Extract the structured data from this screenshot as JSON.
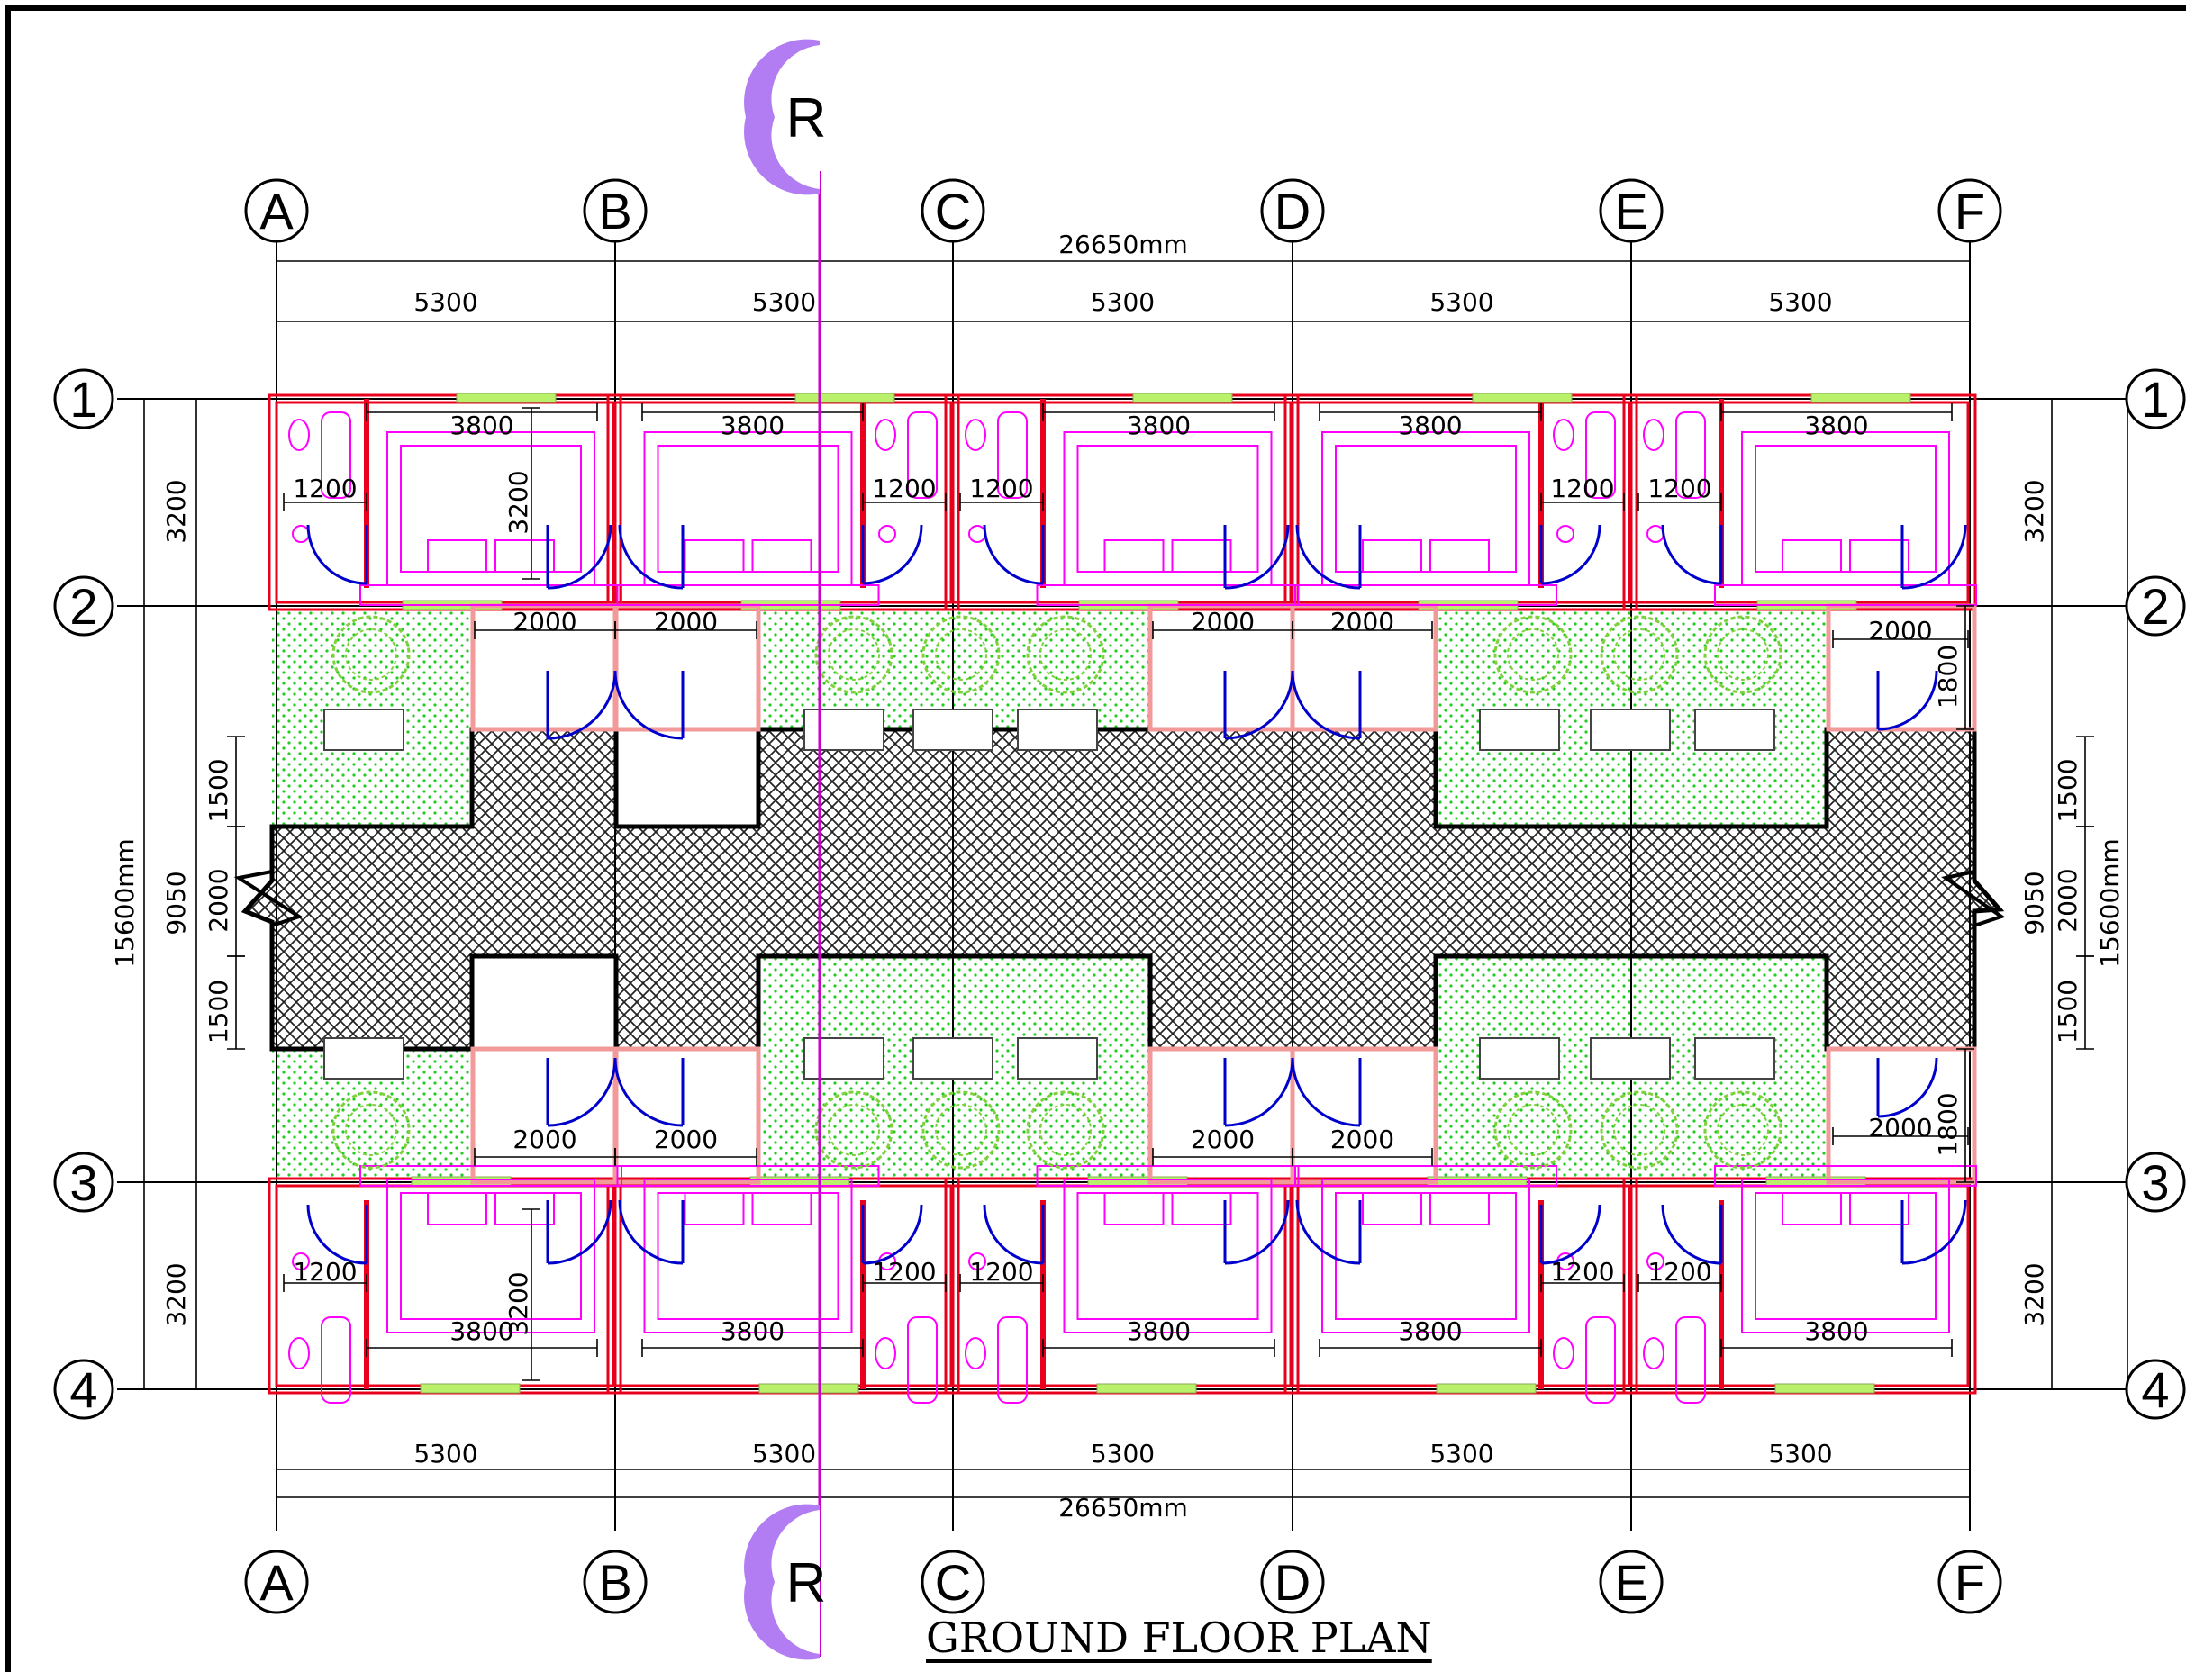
{
  "title": "GROUND FLOOR PLAN",
  "grid": {
    "columns": [
      "A",
      "B",
      "C",
      "D",
      "E",
      "F"
    ],
    "rows": [
      "1",
      "2",
      "3",
      "4"
    ]
  },
  "section_marker": "R",
  "dimensions": {
    "overall_length": "26650mm",
    "overall_width": "15600mm",
    "bay": "5300",
    "room_depth": "3200",
    "bedroom_width": "3800",
    "bath_width": "1200",
    "corridor_block": "9050",
    "lobby": "2000",
    "porch_depth": "1800",
    "corridor_side": "1500",
    "corridor_mid": "2000"
  },
  "colors": {
    "wall": "#e8001c",
    "door": "#0000cc",
    "window": "#b9f26a",
    "furniture": "#ff00ff",
    "garden": "#22cc22",
    "paving": "#222222",
    "section_marker": "#b27cf2",
    "section_line": "#cc00cc"
  }
}
